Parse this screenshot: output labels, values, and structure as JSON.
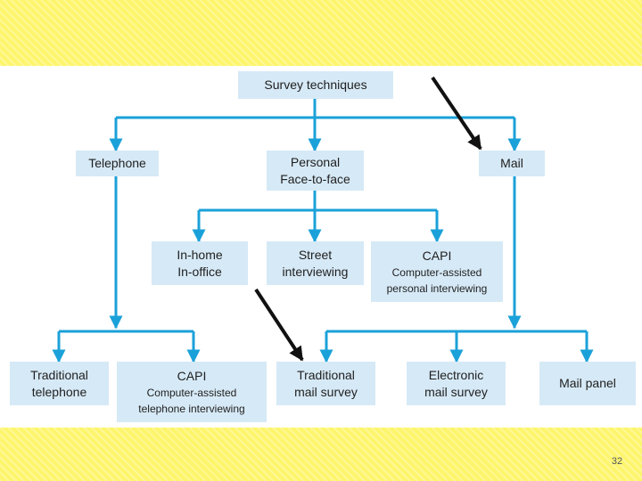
{
  "nodes": {
    "root": {
      "line1": "Survey techniques"
    },
    "telephone": {
      "line1": "Telephone"
    },
    "personal": {
      "line1": "Personal",
      "line2": "Face-to-face"
    },
    "mail": {
      "line1": "Mail"
    },
    "inhome": {
      "line1": "In-home",
      "line2": "In-office"
    },
    "street": {
      "line1": "Street",
      "line2": "interviewing"
    },
    "capi_personal": {
      "line1": "CAPI",
      "line2": "Computer-assisted",
      "line3": "personal interviewing"
    },
    "trad_telephone": {
      "line1": "Traditional",
      "line2": "telephone"
    },
    "capi_telephone": {
      "line1": "CAPI",
      "line2": "Computer-assisted",
      "line3": "telephone interviewing"
    },
    "trad_mail": {
      "line1": "Traditional",
      "line2": "mail survey"
    },
    "electronic_mail": {
      "line1": "Electronic",
      "line2": "mail survey"
    },
    "mail_panel": {
      "line1": "Mail panel"
    }
  },
  "page_number": "32",
  "colors": {
    "connector": "#1ba1d9",
    "box_fill": "#d6e9f6",
    "band": "#fdf56c",
    "pointer_arrow": "#111111"
  }
}
